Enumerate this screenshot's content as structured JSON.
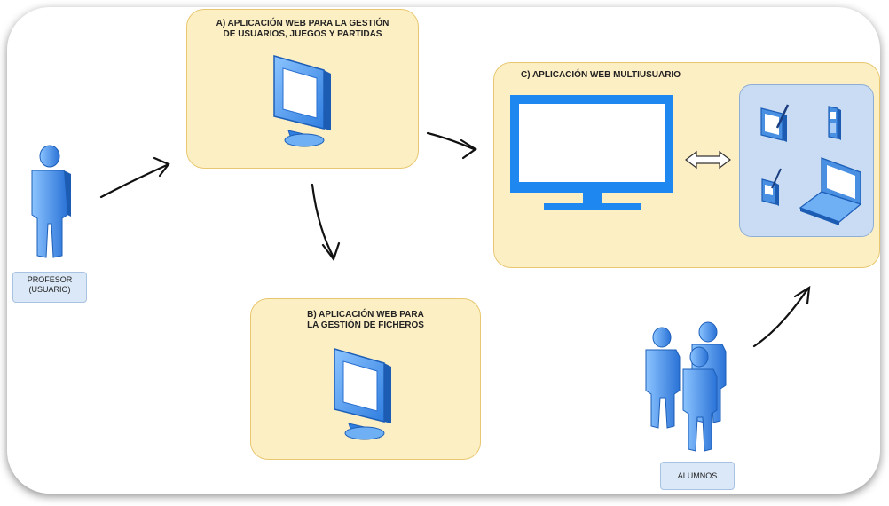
{
  "panels": {
    "a": {
      "title_line1": "A) APLICACIÓN WEB PARA LA GESTIÓN",
      "title_line2": "DE USUARIOS, JUEGOS Y PARTIDAS"
    },
    "b": {
      "title_line1": "B) APLICACIÓN WEB PARA",
      "title_line2": "LA GESTIÓN DE FICHEROS"
    },
    "c": {
      "title": "C) APLICACIÓN WEB MULTIUSUARIO"
    }
  },
  "actors": {
    "profesor": {
      "line1": "PROFESOR",
      "line2": "(USUARIO)"
    },
    "alumnos": {
      "label": "ALUMNOS"
    }
  },
  "icons": {
    "monitor_a": "monitor-icon",
    "monitor_b": "monitor-icon",
    "monitor_c": "flat-monitor-icon",
    "bidirectional": "double-arrow-icon",
    "devices": [
      "tablet-icon",
      "phone-icon",
      "pda-icon",
      "laptop-icon"
    ],
    "profesor": "person-icon",
    "alumnos": "group-icon"
  },
  "colors": {
    "panel_fill": "#fdefc4",
    "panel_border": "#e8c770",
    "device_area": "#c9dcf3",
    "label_fill": "#dbe8f7",
    "accent_blue": "#1e88f0",
    "icon_blue": "#4a90e2"
  }
}
